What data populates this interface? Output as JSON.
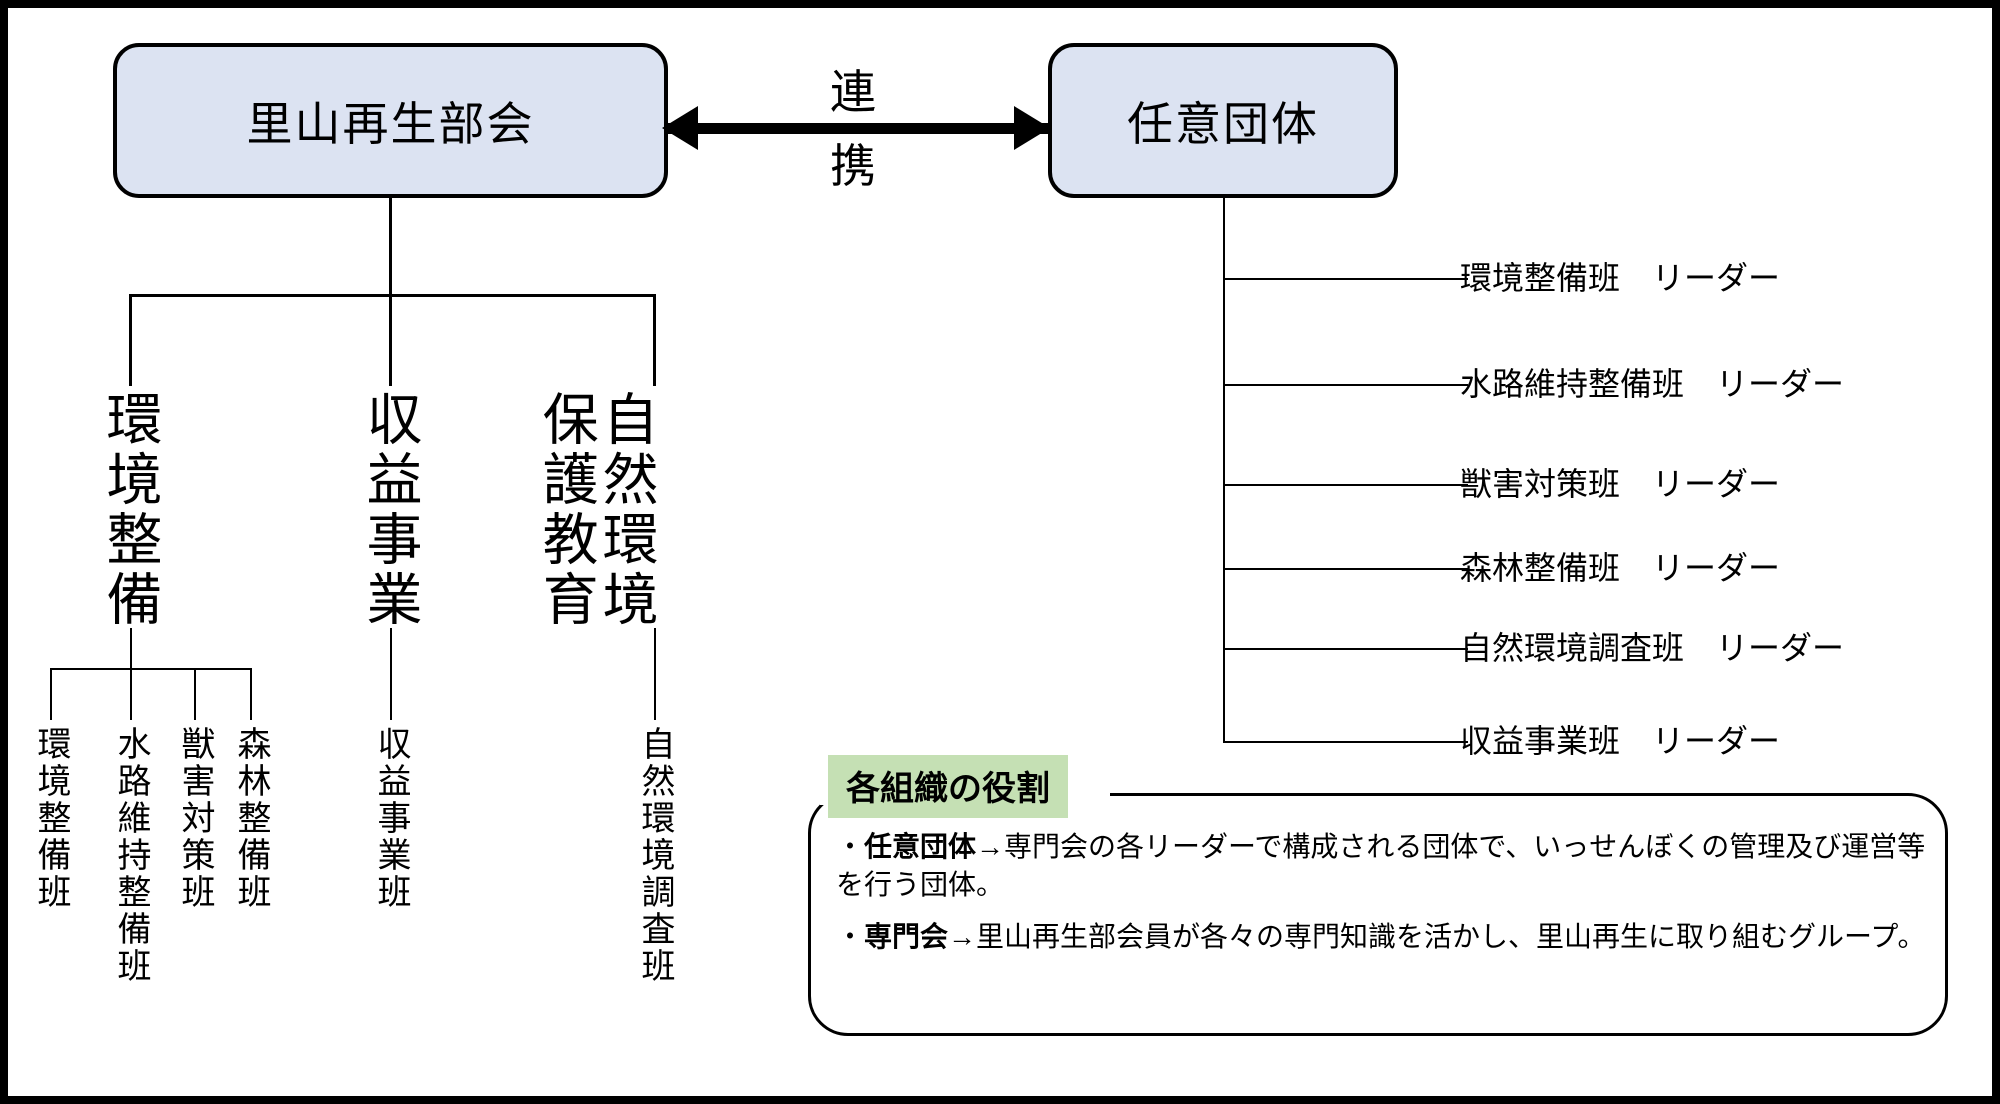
{
  "diagram": {
    "title_left_box": "里山再生部会",
    "title_right_box": "任意団体",
    "link_label_top": "連",
    "link_label_bottom": "携",
    "specialty_groups": [
      {
        "label": "環境整備",
        "children": [
          "環境整備班",
          "水路維持整備班",
          "獣害対策班",
          "森林整備班"
        ]
      },
      {
        "label": "収益事業",
        "children": [
          "収益事業班"
        ]
      },
      {
        "label": "自然環境保護教育",
        "label_col_right": "自然環境",
        "label_col_left": "保護教育",
        "children": [
          "自然環境調査班"
        ]
      }
    ],
    "leaders": [
      "環境整備班　リーダー",
      "水路維持整備班　リーダー",
      "獣害対策班　リーダー",
      "森林整備班　リーダー",
      "自然環境調査班　リーダー",
      "収益事業班　リーダー"
    ],
    "callout": {
      "title": "各組織の役割",
      "bullets": [
        {
          "prefix": "・",
          "term": "任意団体",
          "arrow": "→",
          "body": "専門会の各リーダーで構成される団体で、いっせんぼくの管理及び運営等を行う団体。"
        },
        {
          "prefix": "・",
          "term": "専門会",
          "arrow": "→",
          "body": "里山再生部会員が各々の専門知識を活かし、里山再生に取り組むグループ。"
        }
      ]
    },
    "colors": {
      "box_fill": "#dce3f2",
      "box_border": "#000000",
      "highlight": "#c5e0b4",
      "canvas": "#ffffff",
      "frame": "#000000"
    }
  }
}
